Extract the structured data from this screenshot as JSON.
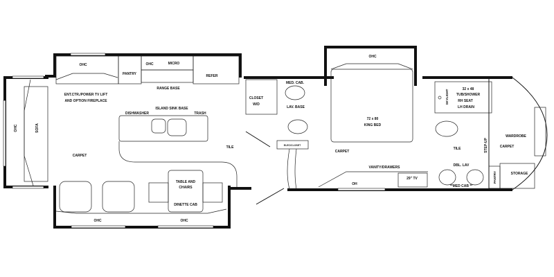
{
  "floorplan": {
    "labels": {
      "ohc_top_left": "OHC",
      "pantry_kitchen": "PANTRY",
      "ohc_kitchen": "OHC",
      "micro": "MICRO",
      "refer": "REFER",
      "range_base": "RANGE BASE",
      "ent_ctr_1": "ENT.CTR./POWER TV LIFT",
      "ent_ctr_2": "AND OPTION FIREPLACE",
      "island_sink_base": "ISLAND SINK BASE",
      "dishwasher": "DISHWASHER",
      "trash": "TRASH",
      "ohc_left": "OHC",
      "sofa": "SOFA",
      "carpet_living": "CARPET",
      "tile_kitchen": "TILE",
      "table_chairs_1": "TABLE AND",
      "table_chairs_2": "CHAIRS",
      "dinette_cab": "DINETTE CAB",
      "ohc_bottom_1": "OHC",
      "ohc_bottom_2": "OHC",
      "closet_wd_1": "CLOSET",
      "closet_wd_2": "W/D",
      "med_cab_half": "MED. CAB.",
      "lav_base": "LAV. BASE",
      "elec_closet": "ELEC/CLOSET",
      "ohc_bedroom": "OHC",
      "bed_size": "72 x 80",
      "bed_type": "KING BED",
      "carpet_bedroom": "CARPET",
      "vanity_drawers": "VANITY/DRAWERS",
      "oh": "OH",
      "tv": "29\" TV",
      "skylight": "SKYLIGHT",
      "tub_1": "32 x 48",
      "tub_2": "TUB/SHOWER",
      "tub_3": "RH SEAT",
      "tub_4": "LH DRAIN",
      "tile_bath": "TILE",
      "step_up": "STEP-UP",
      "dbl_lav": "DBL. LAV",
      "med_cab_bath": "**MED CAB **",
      "pantry_bath": "PANTRY",
      "wardrobe": "WARDROBE",
      "carpet_rear": "CARPET",
      "storage": "STORAGE"
    }
  }
}
